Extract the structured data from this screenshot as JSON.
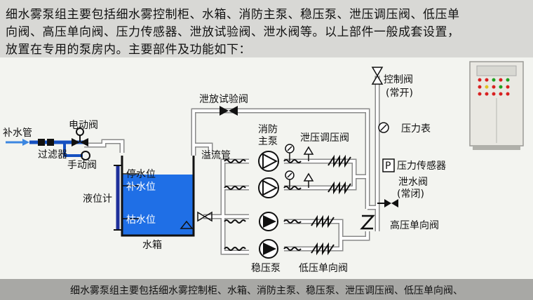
{
  "header": {
    "lines": [
      "细水雾泵组主要包括细水雾控制柜、水箱、消防主泵、稳压泵、泄压调压阀、低压单",
      "向阀、高压单向阀、压力传感器、泄放试验阀、泄水阀等。以上部件一般成套设置，",
      "放置在专用的泵房内。主要部件及功能如下："
    ]
  },
  "labels": {
    "makeup_pipe": "补水管",
    "filter": "过滤器",
    "electric_valve": "电动阀",
    "manual_valve": "手动阀",
    "level_gauge": "液位计",
    "stop_level": "停水位",
    "makeup_level": "补水位",
    "dry_level": "枯水位",
    "tank": "水箱",
    "relief_test_valve": "泄放试验阀",
    "overflow_pipe": "溢流管",
    "main_pump_1": "消防",
    "main_pump_2": "主泵",
    "relief_regulating_valve": "泄压调压阀",
    "control_valve": "控制阀",
    "control_valve_state": "(常开)",
    "pressure_gauge": "压力表",
    "pressure_sensor_symbol": "P",
    "pressure_sensor": "压力传感器",
    "drain_valve": "泄水阀",
    "drain_valve_state": "(常闭)",
    "hp_check_valve": "高压单向阀",
    "jockey_pump": "稳压泵",
    "lp_check_valve": "低压单向阀"
  },
  "footer": {
    "caption": "细水雾泵组主要包括细水雾控制柜、水箱、消防主泵、稳压泵、泄压调压阀、低压单向阀、"
  },
  "colors": {
    "water": "#1f6fe6",
    "pipe": "#ffffff",
    "pipe_outline": "#8a8a8a",
    "valve": "#0a0a0a",
    "inlet_arrow": "#3b86e0",
    "cabinet": "#e9e8e2"
  }
}
